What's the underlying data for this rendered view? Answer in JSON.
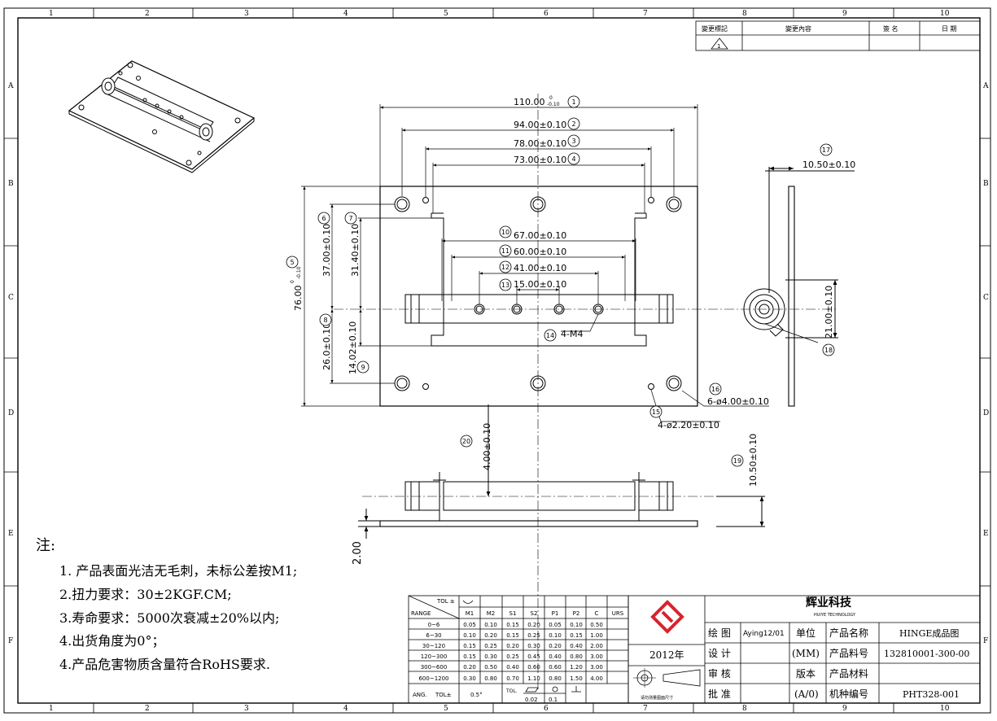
{
  "border": {
    "cols": [
      "1",
      "2",
      "3",
      "4",
      "5",
      "6",
      "7",
      "8",
      "9",
      "10"
    ],
    "rows": [
      "A",
      "B",
      "C",
      "D",
      "E",
      "F"
    ]
  },
  "revision": {
    "headers": [
      "變更標記",
      "變更內容",
      "簽 名",
      "日 期"
    ]
  },
  "dims": {
    "d1": "110.00",
    "d1_tol_up": "0",
    "d1_tol_lo": "-0.10",
    "d2": "94.00±0.10",
    "d3": "78.00±0.10",
    "d4": "73.00±0.10",
    "d5": "76.00",
    "d5_tol_up": "0",
    "d5_tol_lo": "-0.10",
    "d6": "37.00±0.10",
    "d7": "31.40±0.10",
    "d8": "26.0±0.10",
    "d9": "14.02±0.10",
    "d10": "67.00±0.10",
    "d11": "60.00±0.10",
    "d12": "41.00±0.10",
    "d13": "15.00±0.10",
    "d14": "4-M4",
    "d15": "4-ø2.20±0.10",
    "d16": "6-ø4.00±0.10",
    "d17": "10.50±0.10",
    "d18": "21.00±0.10",
    "d19": "10.50±0.10",
    "d20": "4.00±0.10",
    "d21": "2.00"
  },
  "balloons": [
    "1",
    "2",
    "3",
    "4",
    "5",
    "6",
    "7",
    "8",
    "9",
    "10",
    "11",
    "12",
    "13",
    "14",
    "15",
    "16",
    "17",
    "18",
    "19",
    "20"
  ],
  "notes": {
    "title": "注:",
    "lines": [
      "1. 产品表面光洁无毛刺，未标公差按M1;",
      "2.扭力要求：30±2KGF.CM;",
      "3.寿命要求：5000次衰减±20%以内;",
      "4.出货角度为0°；",
      "4.产品危害物质含量符合RoHS要求."
    ]
  },
  "tolerance_table": {
    "corner_tol": "TOL ±",
    "corner_range": "RANGE",
    "headers": [
      "M1",
      "M2",
      "S1",
      "S2",
      "P1",
      "P2",
      "C",
      "URS"
    ],
    "rows": [
      {
        "range": "0~6",
        "values": [
          "0.05",
          "0.10",
          "0.15",
          "0.20",
          "0.05",
          "0.10",
          "0.50",
          ""
        ]
      },
      {
        "range": "6~30",
        "values": [
          "0.10",
          "0.20",
          "0.15",
          "0.25",
          "0.10",
          "0.15",
          "1.00",
          ""
        ]
      },
      {
        "range": "30~120",
        "values": [
          "0.15",
          "0.25",
          "0.20",
          "0.30",
          "0.20",
          "0.40",
          "2.00",
          ""
        ]
      },
      {
        "range": "120~300",
        "values": [
          "0.15",
          "0.30",
          "0.25",
          "0.45",
          "0.40",
          "0.80",
          "3.00",
          ""
        ]
      },
      {
        "range": "300~600",
        "values": [
          "0.20",
          "0.50",
          "0.40",
          "0.60",
          "0.60",
          "1.20",
          "3.00",
          ""
        ]
      },
      {
        "range": "600~1200",
        "values": [
          "0.30",
          "0.80",
          "0.70",
          "1.10",
          "0.80",
          "1.50",
          "4.00",
          ""
        ]
      }
    ],
    "ang_label": "ANG.",
    "ang_tol": "TOL±",
    "ang_value": "0.5°",
    "tol_label": "TOL.",
    "flat_tol": "0.02",
    "pos_tol": "0.1"
  },
  "title_block": {
    "company": "辉业科技",
    "company_en": "HUIYE TECHNOLOGY",
    "year": "2012年",
    "projection_note": "请勿测量图面尺寸",
    "labels": {
      "draw": "绘 图",
      "design": "设 计",
      "check": "审 核",
      "approve": "批 准",
      "unit": "单位",
      "unit_value": "(MM)",
      "version": "版本",
      "version_value": "(A/0)",
      "product_name": "产品名称",
      "product_no": "产品料号",
      "material": "产品材料",
      "machine_no": "机种编号"
    },
    "drawer": "Aying12/01",
    "product_name_value": "HINGE成品图",
    "product_no_value": "132810001-300-00",
    "material_value": "",
    "machine_no_value": "PHT328-001"
  },
  "colors": {
    "line": "#000000",
    "logo": "#d9232d"
  }
}
